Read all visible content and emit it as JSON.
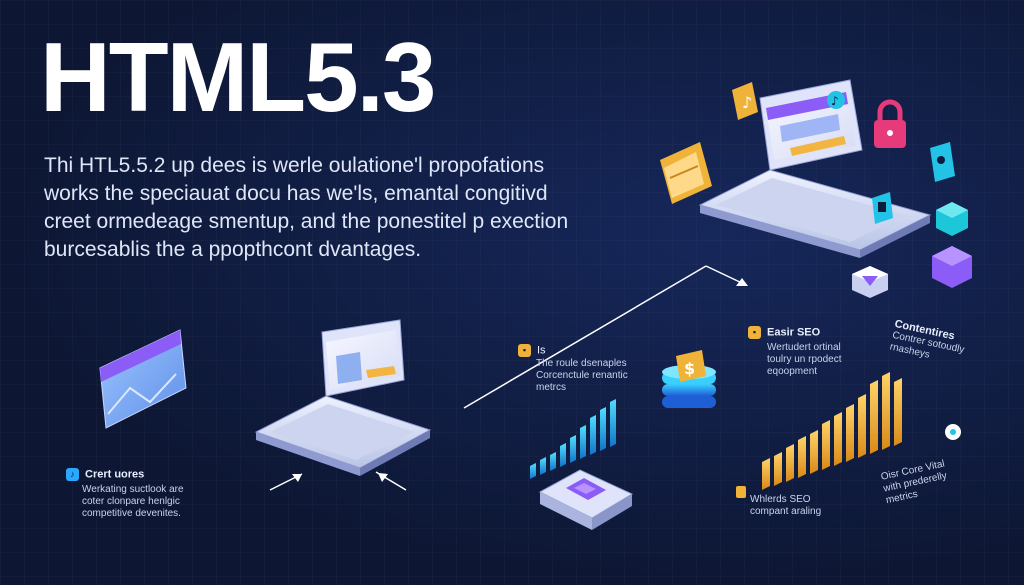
{
  "headline": "HTML5.3",
  "intro_lines": [
    "Thi HTL5.5.2 up dees is werle oulatione'l propofations",
    "works the speciauat docu has we'ls, emantal congitivd",
    "creet ormedeage smentup, and the ponestitel p exection",
    "burcesablis the a ppopthcont dvantages."
  ],
  "captions": {
    "craft": {
      "title": "Crert uores",
      "lines": [
        "Werkating suctlook are",
        "coter clonpare henlgic",
        "competitive devenites."
      ]
    },
    "route": {
      "title": "Is",
      "lines": [
        "The roule dsenaples",
        "Corcenctule renantic",
        "metrcs"
      ]
    },
    "easy_seo": {
      "title": "Easir SEO",
      "lines": [
        "Wertudert ortinal",
        "toulry un rpodect",
        "eqoopment"
      ]
    },
    "contentires": {
      "title": "Contentires",
      "lines": [
        "Contrer sotoudly",
        "rnasheys"
      ]
    },
    "core_vital": {
      "lines": [
        "Oisr Core Vital",
        "with prederelly",
        "metrics"
      ]
    },
    "whlerds": {
      "lines": [
        "Whlerds SEO",
        "compant araling"
      ]
    }
  },
  "icons": [
    "music-note-icon",
    "lock-icon",
    "id-card-icon",
    "cube-icon",
    "folder-icon",
    "dollar-icon",
    "chip-icon",
    "browser-window-icon",
    "laptop-icon"
  ],
  "colors": {
    "background": "#0f1b3a",
    "accent_purple": "#8b5cf6",
    "accent_cyan": "#22c3e6",
    "accent_gold": "#f0b33a",
    "accent_pink": "#e63a7a"
  }
}
